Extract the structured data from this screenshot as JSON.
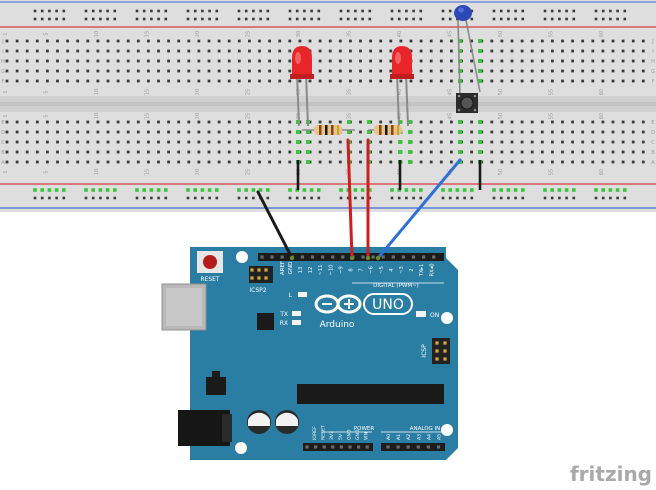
{
  "arduino": {
    "brand": "Arduino",
    "model": "UNO",
    "reset_label": "RESET",
    "icsp2_label": "ICSP2",
    "icsp_label": "ICSP",
    "led_l": "L",
    "led_tx": "TX",
    "led_rx": "RX",
    "on_label": "ON",
    "digital_label": "DIGITAL (PWM~)",
    "power_label": "POWER",
    "analog_label": "ANALOG IN",
    "aref_label": "AREF",
    "gnd_label": "GND",
    "digital_pins": [
      "13",
      "12",
      "~11",
      "~10",
      "~9",
      "8",
      "7",
      "~6",
      "~5",
      "4",
      "~3",
      "2",
      "TX▸1",
      "RX◂0"
    ],
    "power_pins": [
      "IOREF",
      "RESET",
      "3V3",
      "5V",
      "GND",
      "GND",
      "VIN"
    ],
    "analog_pins": [
      "A0",
      "A1",
      "A2",
      "A3",
      "A4",
      "A5"
    ]
  },
  "breadboard": {
    "column_numbers": [
      "1",
      "5",
      "10",
      "15",
      "20",
      "25",
      "30",
      "35",
      "40",
      "45",
      "50",
      "55",
      "60"
    ],
    "row_letters_top": [
      "J",
      "I",
      "H",
      "G",
      "F"
    ],
    "row_letters_bottom": [
      "E",
      "D",
      "C",
      "B",
      "A"
    ]
  },
  "watermark": "fritzing",
  "colors": {
    "board": "#2a7da3",
    "board_dark": "#1f6a8e",
    "breadboard": "#dcdcdc",
    "rail_red": "#d43b3b",
    "rail_blue": "#3b6bd4",
    "led": "#e8262a",
    "wire_red": "#cc1f1f",
    "wire_blue": "#2f6fd6",
    "wire_black": "#1a1a1a",
    "resistor_body": "#e8c38a"
  }
}
